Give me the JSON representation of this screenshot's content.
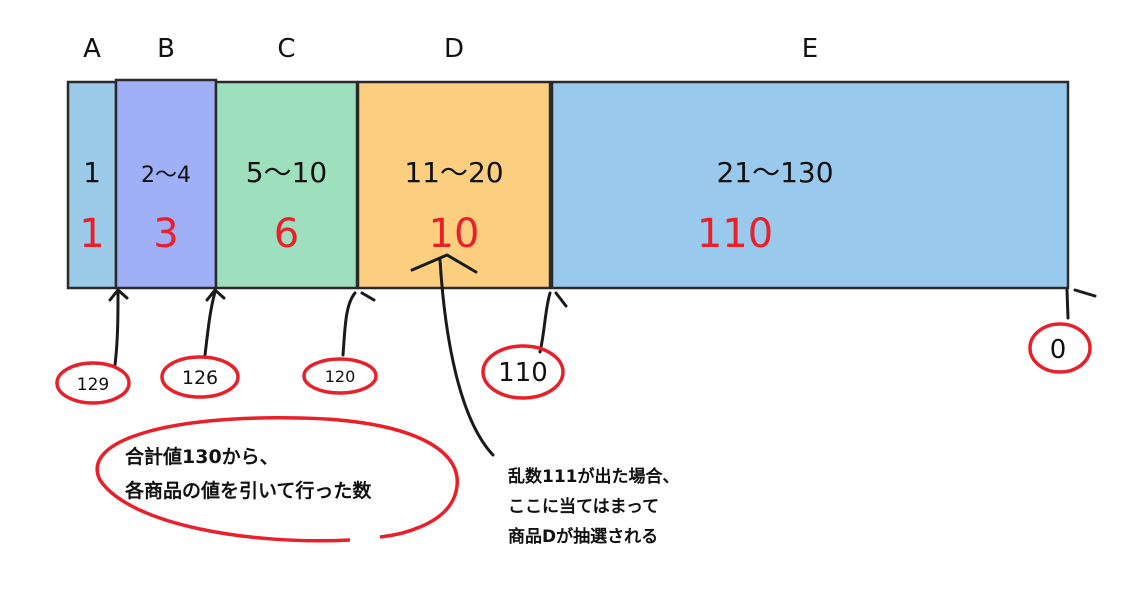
{
  "segments": [
    {
      "label": "A",
      "range": "1",
      "count": "1",
      "color": "#9ccbe9"
    },
    {
      "label": "B",
      "range": "2〜4",
      "count": "3",
      "color": "#9fb0f7"
    },
    {
      "label": "C",
      "range": "5〜10",
      "count": "6",
      "color": "#9ee0bd"
    },
    {
      "label": "D",
      "range": "11〜20",
      "count": "10",
      "color": "#fbcf7f"
    },
    {
      "label": "E",
      "range": "21〜130",
      "count": "110",
      "color": "#9ac9ee"
    }
  ],
  "boundaries": [
    "129",
    "126",
    "120",
    "110",
    "0"
  ],
  "notes": {
    "left_line1": "合計値130から、",
    "left_line2": "各商品の値を引いて行った数",
    "right_line1": "乱数111が出た場合、",
    "right_line2": "ここに当てはまって",
    "right_line3": "商品Dが抽選される"
  },
  "colors": {
    "red": "#e8202a",
    "ink": "#1a1a1a"
  }
}
